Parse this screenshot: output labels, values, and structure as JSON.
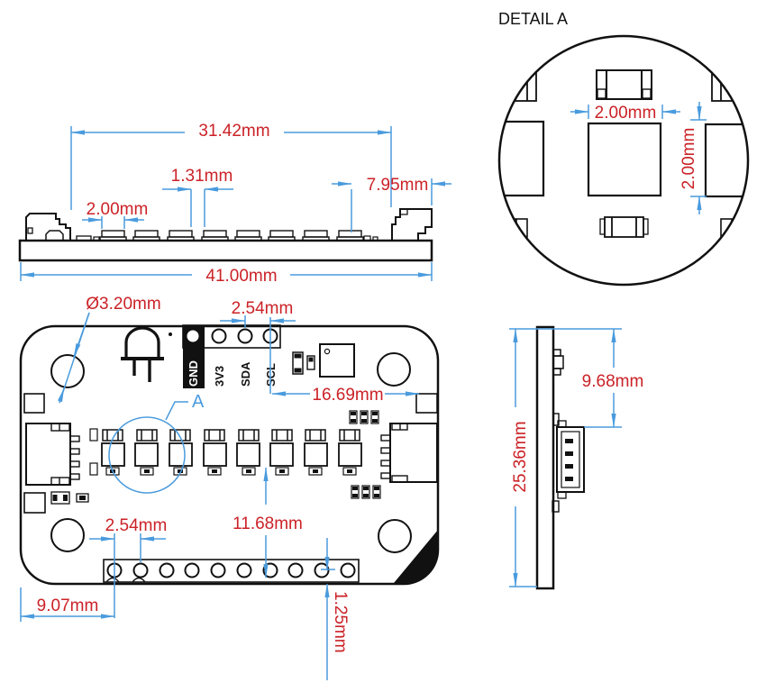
{
  "colors": {
    "dimension_text": "#cb2227",
    "dimension_line": "#4a9bdd",
    "linework": "#111111",
    "background": "#ffffff"
  },
  "front_view": {
    "dim_span": "31.42mm",
    "dim_gap": "1.31mm",
    "dim_pad": "2.00mm",
    "dim_offset": "7.95mm",
    "dim_total": "41.00mm"
  },
  "detail_view": {
    "title": "DETAIL A",
    "dim_width": "2.00mm",
    "dim_height": "2.00mm"
  },
  "top_view": {
    "dim_hole": "Ø3.20mm",
    "dim_pitch_top": "2.54mm",
    "dim_right": "16.69mm",
    "dim_mid": "11.68mm",
    "dim_pitch_bottom": "2.54mm",
    "dim_left": "9.07mm",
    "dim_bottom": "1.25mm",
    "callout": "A",
    "pins": [
      "GND",
      "3V3",
      "SDA",
      "SCL"
    ]
  },
  "side_view": {
    "dim_height": "25.36mm",
    "dim_connector": "9.68mm"
  }
}
